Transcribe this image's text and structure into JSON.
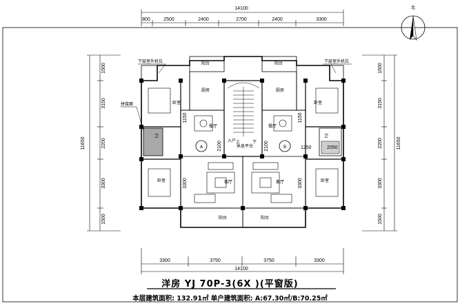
{
  "top_dims": {
    "overall": "14100",
    "segments": [
      "800",
      "2500",
      "2400",
      "2700",
      "2400",
      "3300"
    ]
  },
  "bottom_dims": {
    "overall": "14100",
    "segments": [
      "3300",
      "3750",
      "3750",
      "3300"
    ]
  },
  "left_dims": {
    "overall": "11650",
    "segments": [
      "1500",
      "3150",
      "2200",
      "3300",
      "1500"
    ]
  },
  "right_dims": {
    "overall": "11650",
    "segments": [
      "1500",
      "3150",
      "2200",
      "3300",
      "1500"
    ]
  },
  "inner_dims": {
    "left_stair_width": "2100",
    "right_stair_width": "2100",
    "right_bath_width": "1250",
    "right_bath_depth": "2050",
    "left_mid": "1150",
    "right_mid": "1150",
    "left_lower": "3300",
    "right_lower": "3300"
  },
  "rooms": {
    "upper_outdoor_unit_left": "下层室外机位",
    "upper_outdoor_unit_right": "下层室外机位",
    "balcony_top_left": "阳台",
    "balcony_top_right": "阳台",
    "kitchen_left": "厨房",
    "kitchen_right": "厨房",
    "bedroom_left_top": "卧室",
    "bedroom_right_top": "卧室",
    "joint_face": "拼接面",
    "bath_left": "卫",
    "bath_right": "卫",
    "dining_left": "餐厅",
    "dining_right": "餐厅",
    "living_left": "客厅",
    "living_right": "客厅",
    "bedroom_left_bottom": "卧室",
    "bedroom_right_bottom": "卧室",
    "balcony_bottom_left": "阳台",
    "balcony_bottom_right": "阳台",
    "stair_up": "上",
    "stair_down": "下",
    "stair_landing": "休息平台",
    "stair_entry": "入户",
    "unit_a": "A",
    "unit_b": "B"
  },
  "compass": {
    "label": "北"
  },
  "title": "洋房 YJ 70P-3(6X )(平窗版)",
  "area_line": "本层建筑面积: 132.91㎡  单户建筑面积: A:67.30㎡/B:70.25㎡"
}
